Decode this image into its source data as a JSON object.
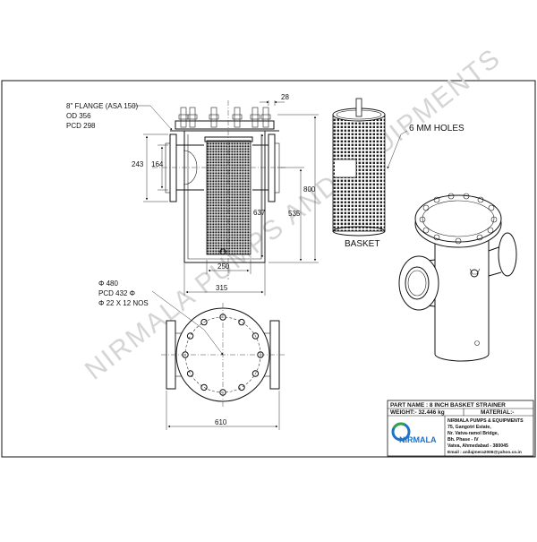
{
  "watermark": "NIRMALA PUMPS AND EQUIPMENTS",
  "front_view": {
    "flange_label": "8\" FLANGE (ASA 150)",
    "od_label": "OD 356",
    "pcd_label": "PCD 298",
    "dim_28": "28",
    "dim_800": "800",
    "dim_243": "243",
    "dim_164": "164",
    "dim_637": "637",
    "dim_535": "535",
    "dim_250": "250",
    "dim_315": "315"
  },
  "basket_view": {
    "holes_label": "6 MM HOLES",
    "basket_label": "BASKET"
  },
  "top_view": {
    "dia_480": "Φ 480",
    "pcd_432": "PCD 432 Φ",
    "holes_22": "Φ 22 X 12 NOS",
    "dim_610": "610"
  },
  "title_block": {
    "part_name": "PART NAME : 8 INCH BASKET STRAINER",
    "weight": "WEIGHT:- 32.446 kg",
    "material": "MATERIAL:-",
    "company": "NIRMALA PUMPS & EQUIPMENTS",
    "address_1": "75, Gangotri Estate,",
    "address_2": "Nr. Vatva-ramol Bridge,",
    "address_3": "Bh. Phase - IV",
    "address_4": "Vatva, Ahmedabad - 380045",
    "email": "Email : anilajmera2006@yahoo.co.in",
    "logo_text": "NIRMALA"
  },
  "colors": {
    "logo_blue": "#1e73c8",
    "logo_green": "#3aa047",
    "line": "#111111"
  }
}
